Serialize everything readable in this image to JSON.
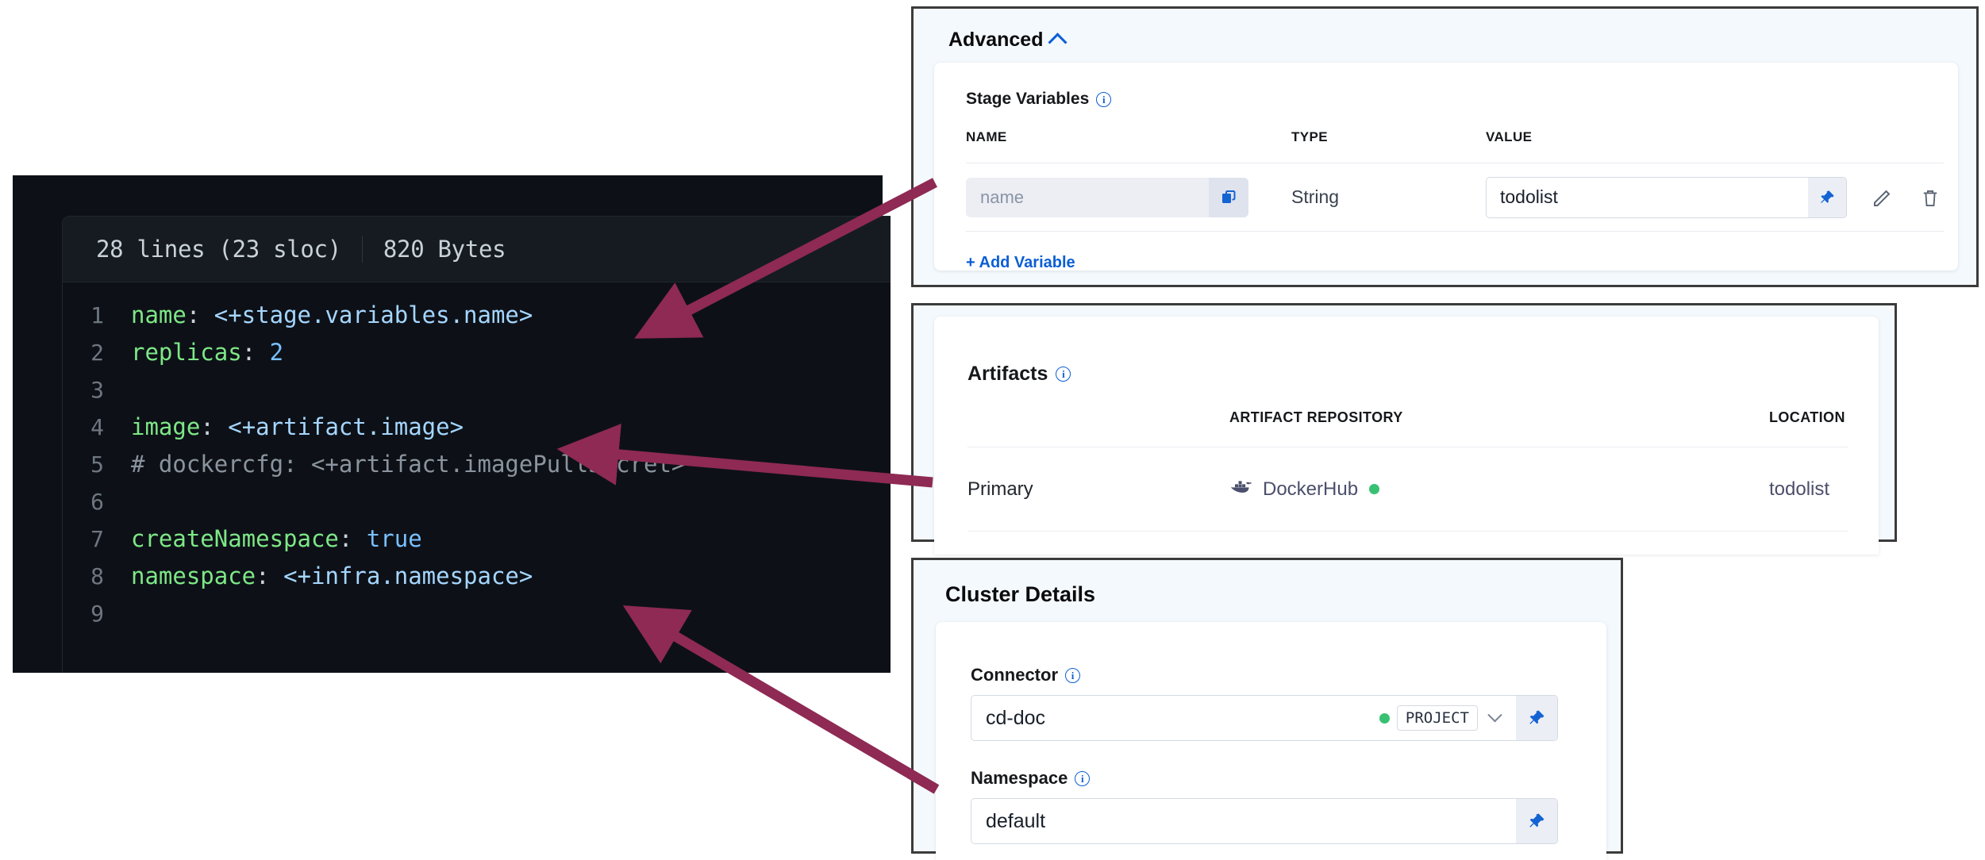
{
  "code_panel": {
    "header": {
      "lines_info": "28 lines (23 sloc)",
      "size_info": "820 Bytes"
    },
    "lines": [
      {
        "num": "1",
        "tokens": [
          {
            "t": "key",
            "v": "name"
          },
          {
            "t": "punc",
            "v": ": "
          },
          {
            "t": "str",
            "v": "<+stage.variables.name>"
          }
        ]
      },
      {
        "num": "2",
        "tokens": [
          {
            "t": "key",
            "v": "replicas"
          },
          {
            "t": "punc",
            "v": ": "
          },
          {
            "t": "num",
            "v": "2"
          }
        ]
      },
      {
        "num": "3",
        "tokens": []
      },
      {
        "num": "4",
        "tokens": [
          {
            "t": "key",
            "v": "image"
          },
          {
            "t": "punc",
            "v": ": "
          },
          {
            "t": "str",
            "v": "<+artifact.image>"
          }
        ]
      },
      {
        "num": "5",
        "tokens": [
          {
            "t": "com",
            "v": "# dockercfg: <+artifact.imagePullSecret>"
          }
        ]
      },
      {
        "num": "6",
        "tokens": []
      },
      {
        "num": "7",
        "tokens": [
          {
            "t": "key",
            "v": "createNamespace"
          },
          {
            "t": "punc",
            "v": ": "
          },
          {
            "t": "bool",
            "v": "true"
          }
        ]
      },
      {
        "num": "8",
        "tokens": [
          {
            "t": "key",
            "v": "namespace"
          },
          {
            "t": "punc",
            "v": ": "
          },
          {
            "t": "str",
            "v": "<+infra.namespace>"
          }
        ]
      },
      {
        "num": "9",
        "tokens": []
      }
    ]
  },
  "advanced_panel": {
    "title": "Advanced",
    "collapse_icon": "chevron-up-icon",
    "stage_variables": {
      "label": "Stage Variables",
      "info_icon": "info-icon",
      "columns": [
        "NAME",
        "TYPE",
        "VALUE"
      ],
      "rows": [
        {
          "name_placeholder": "name",
          "name_value": "",
          "copy_icon": "copy-icon",
          "type": "String",
          "value": "todolist",
          "pin_icon": "pin-icon",
          "edit_icon": "pencil-icon",
          "delete_icon": "trash-icon"
        }
      ],
      "add_variable_label": "+ Add Variable"
    }
  },
  "artifacts_panel": {
    "label": "Artifacts",
    "info_icon": "info-icon",
    "columns": [
      "",
      "ARTIFACT REPOSITORY",
      "LOCATION"
    ],
    "rows": [
      {
        "type": "Primary",
        "repository": "DockerHub",
        "repository_icon": "docker-icon",
        "status_dot_color": "#38c172",
        "location": "todolist"
      }
    ]
  },
  "cluster_details_panel": {
    "title": "Cluster Details",
    "fields": [
      {
        "label": "Connector",
        "info_icon": "info-icon",
        "value": "cd-doc",
        "scope_dot_color": "#38c172",
        "scope_chip": "PROJECT",
        "dropdown_icon": "chevron-down-icon",
        "pin_icon": "pin-icon"
      },
      {
        "label": "Namespace",
        "info_icon": "info-icon",
        "value": "default",
        "pin_icon": "pin-icon"
      }
    ]
  },
  "annotations": {
    "arrow_color": "#8e2a54",
    "arrows": [
      {
        "name": "arrow-name-variable",
        "from": "code line 1 <+stage.variables.name>",
        "to": "stage variable name input"
      },
      {
        "name": "arrow-artifact-image",
        "from": "code line 4 <+artifact.image>",
        "to": "artifacts primary row"
      },
      {
        "name": "arrow-infra-namespace",
        "from": "code line 8 <+infra.namespace>",
        "to": "cluster details namespace field"
      }
    ]
  }
}
